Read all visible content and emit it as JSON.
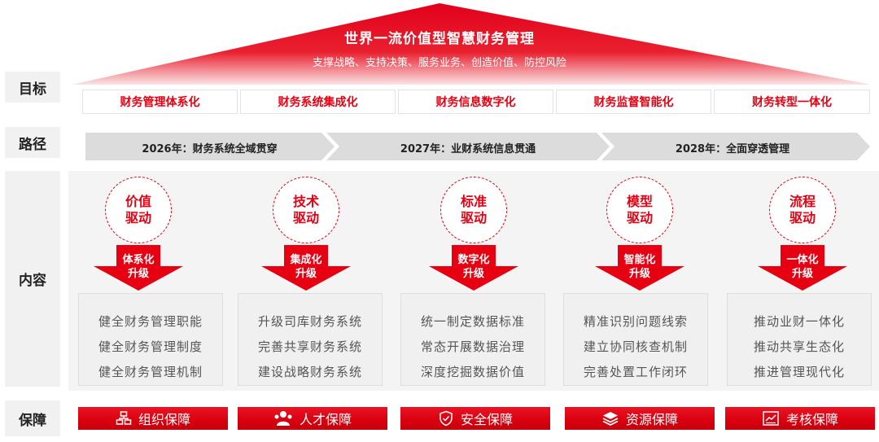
{
  "roof": {
    "title": "世界一流价值型智慧财务管理",
    "subtitle": "支撑战略、支持决策、服务业务、创造价值、防控风险"
  },
  "row_labels": {
    "goal": "目标",
    "path": "路径",
    "content": "内容",
    "guarantee": "保障"
  },
  "goals": [
    "财务管理体系化",
    "财务系统集成化",
    "财务信息数字化",
    "财务监督智能化",
    "财务转型一体化"
  ],
  "paths": [
    "2026年：财务系统全域贯穿",
    "2027年：业财系统信息贯通",
    "2028年：全面穿透管理"
  ],
  "drivers": [
    {
      "l1": "价值",
      "l2": "驱动"
    },
    {
      "l1": "技术",
      "l2": "驱动"
    },
    {
      "l1": "标准",
      "l2": "驱动"
    },
    {
      "l1": "模型",
      "l2": "驱动"
    },
    {
      "l1": "流程",
      "l2": "驱动"
    }
  ],
  "upgrades": [
    {
      "l1": "体系化",
      "l2": "升级"
    },
    {
      "l1": "集成化",
      "l2": "升级"
    },
    {
      "l1": "数字化",
      "l2": "升级"
    },
    {
      "l1": "智能化",
      "l2": "升级"
    },
    {
      "l1": "一体化",
      "l2": "升级"
    }
  ],
  "contents": [
    [
      "健全财务管理职能",
      "健全财务管理制度",
      "健全财务管理机制"
    ],
    [
      "升级司库财务系统",
      "完善共享财务系统",
      "建设战略财务系统"
    ],
    [
      "统一制定数据标准",
      "常态开展数据治理",
      "深度挖掘数据价值"
    ],
    [
      "精准识别问题线索",
      "建立协同核查机制",
      "完善处置工作闭环"
    ],
    [
      "推动业财一体化",
      "推动共享生态化",
      "推进管理现代化"
    ]
  ],
  "guarantees": [
    {
      "label": "组织保障",
      "icon": "org-chart-icon"
    },
    {
      "label": "人才保障",
      "icon": "people-icon"
    },
    {
      "label": "安全保障",
      "icon": "shield-icon"
    },
    {
      "label": "资源保障",
      "icon": "layers-icon"
    },
    {
      "label": "考核保障",
      "icon": "chart-board-icon"
    }
  ],
  "colors": {
    "accent": "#e60012",
    "chevron": "#dcdcdc",
    "panel": "#f4f4f4"
  }
}
